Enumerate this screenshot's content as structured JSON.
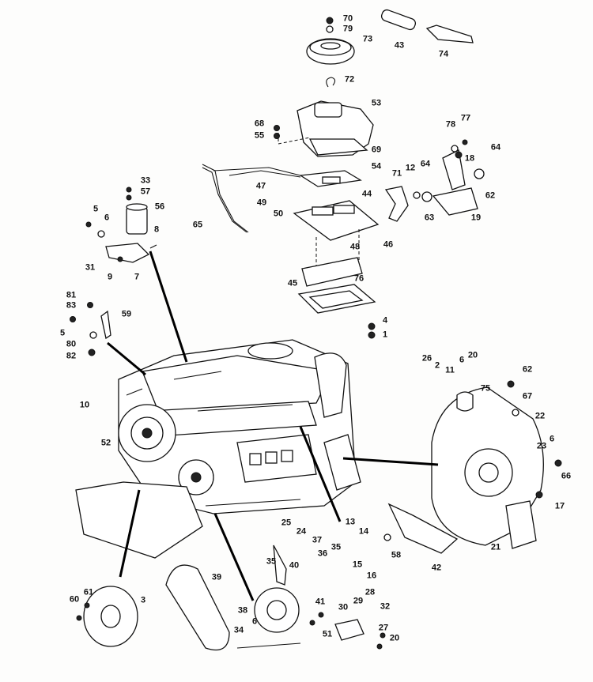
{
  "diagram": {
    "callouts": [
      "70",
      "79",
      "73",
      "43",
      "74",
      "72",
      "53",
      "68",
      "55",
      "69",
      "54",
      "65",
      "47",
      "49",
      "50",
      "44",
      "46",
      "48",
      "45",
      "76",
      "4",
      "1",
      "33",
      "57",
      "56",
      "5",
      "6",
      "8",
      "31",
      "9",
      "7",
      "81",
      "83",
      "5",
      "80",
      "82",
      "59",
      "71",
      "12",
      "64",
      "63",
      "78",
      "77",
      "18",
      "64",
      "62",
      "19",
      "26",
      "2",
      "11",
      "6",
      "20",
      "62",
      "75",
      "67",
      "22",
      "23",
      "6",
      "66",
      "10",
      "52",
      "17",
      "21",
      "13",
      "14",
      "25",
      "24",
      "37",
      "35",
      "36",
      "35",
      "40",
      "15",
      "16",
      "58",
      "42",
      "39",
      "60",
      "61",
      "3",
      "38",
      "28",
      "29",
      "30",
      "41",
      "51",
      "34",
      "6",
      "32",
      "27",
      "20"
    ]
  }
}
